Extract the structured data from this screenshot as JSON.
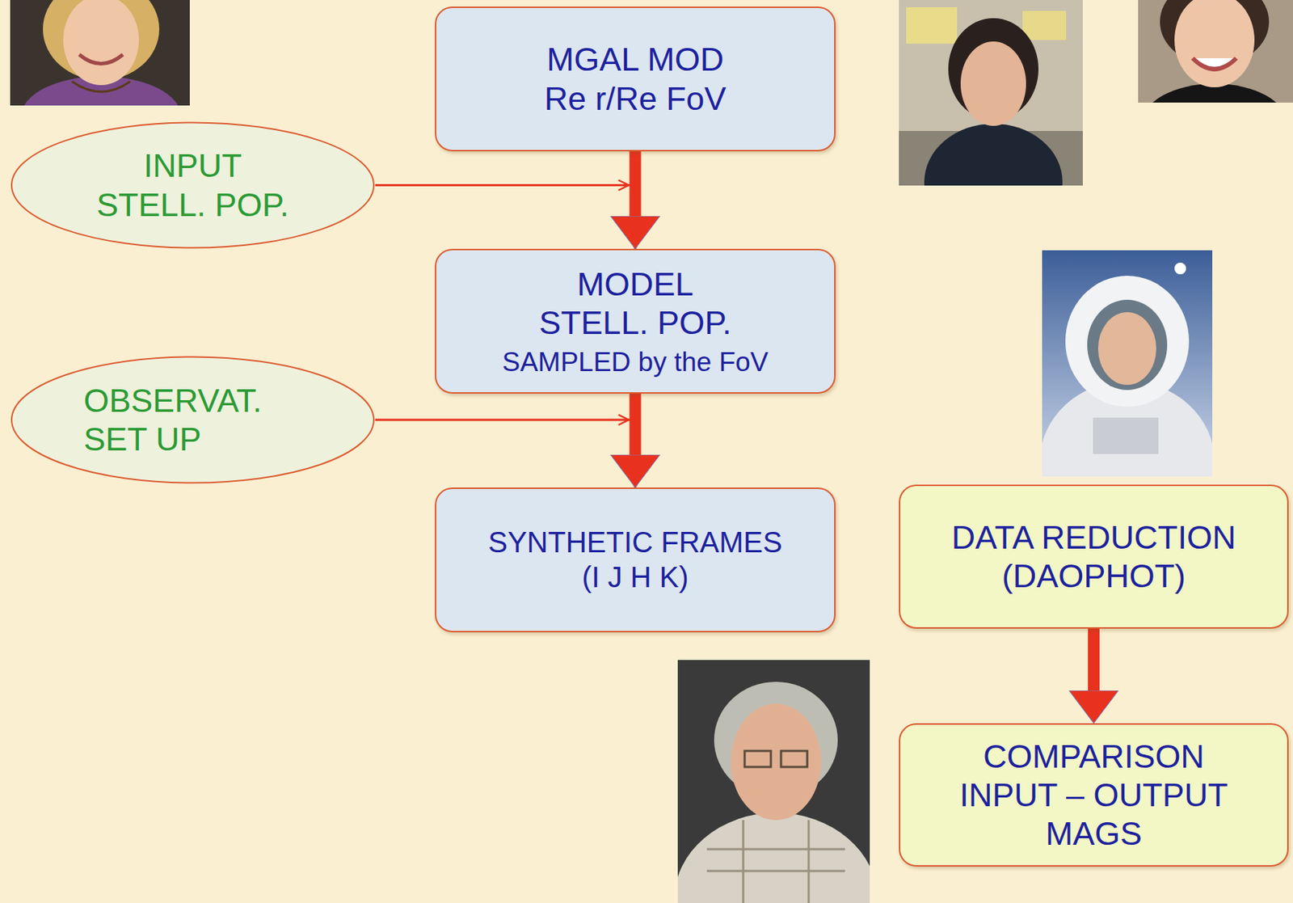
{
  "diagram": {
    "nodes": [
      {
        "text": [
          "MGAL MOD Re r/Re FoV"
        ]
      },
      {
        "text": [
          "INPUT STELL. POP."
        ]
      },
      {
        "text": [
          "MODEL STELL. POP.",
          "SAMPLED by the FoV"
        ]
      },
      {
        "text": [
          "OBSERVAT. SET UP"
        ]
      },
      {
        "text": [
          "SYNTHETIC FRAMES (I J H K)"
        ]
      },
      {
        "text": [
          "DATA REDUCTION (DAOPHOT)"
        ]
      },
      {
        "text": [
          "COMPARISON INPUT – OUTPUT MAGS"
        ]
      }
    ],
    "edges": [
      {
        "from": 0,
        "to": 2,
        "arrow": "to"
      },
      {
        "from": 1,
        "to": 2,
        "arrow": "to"
      },
      {
        "from": 2,
        "to": 4,
        "arrow": "to"
      },
      {
        "from": 3,
        "to": 4,
        "arrow": "to"
      },
      {
        "from": 5,
        "to": 6,
        "arrow": "to"
      }
    ]
  }
}
